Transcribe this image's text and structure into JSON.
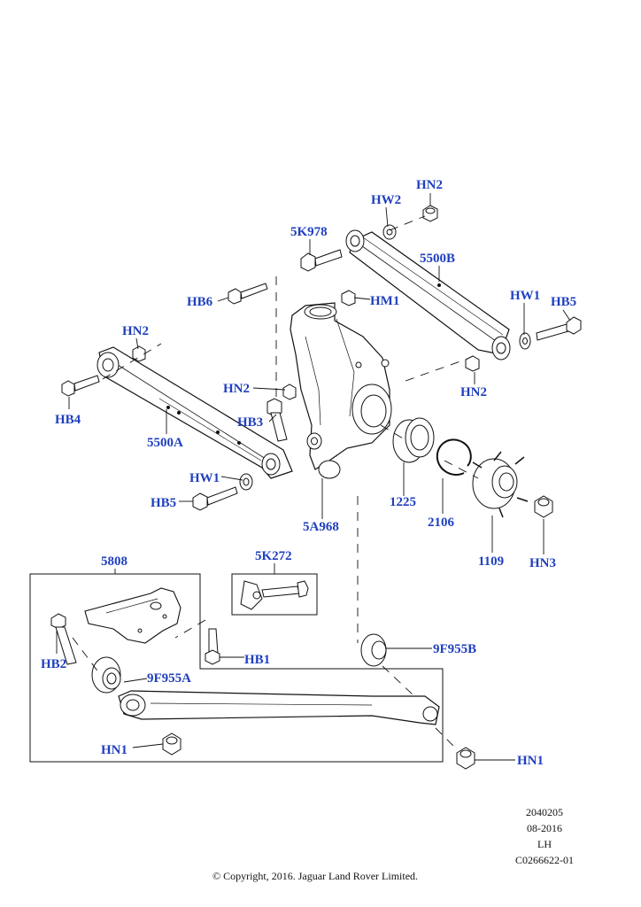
{
  "callouts": {
    "hn2_top": "HN2",
    "hw2": "HW2",
    "c5k978": "5K978",
    "c5500b": "5500B",
    "hb6": "HB6",
    "hm1": "HM1",
    "hw1_right": "HW1",
    "hb5_right": "HB5",
    "hn2_left": "HN2",
    "hn2_mid": "HN2",
    "hn2_right": "HN2",
    "hb4": "HB4",
    "hb3": "HB3",
    "c5500a": "5500A",
    "hw1_left": "HW1",
    "hb5_left": "HB5",
    "c1225": "1225",
    "c2106": "2106",
    "c5a968": "5A968",
    "c1109": "1109",
    "hn3": "HN3",
    "c5808": "5808",
    "c5k272": "5K272",
    "hb2": "HB2",
    "hb1": "HB1",
    "c9f955b": "9F955B",
    "c9f955a": "9F955A",
    "hn1_left": "HN1",
    "hn1_right": "HN1"
  },
  "meta": {
    "code": "2040205",
    "date": "08-2016",
    "side": "LH",
    "ref": "C0266622-01"
  },
  "copyright": "© Copyright, 2016. Jaguar Land Rover Limited.",
  "colors": {
    "callout": "#1f3fbf",
    "line": "#111111"
  }
}
